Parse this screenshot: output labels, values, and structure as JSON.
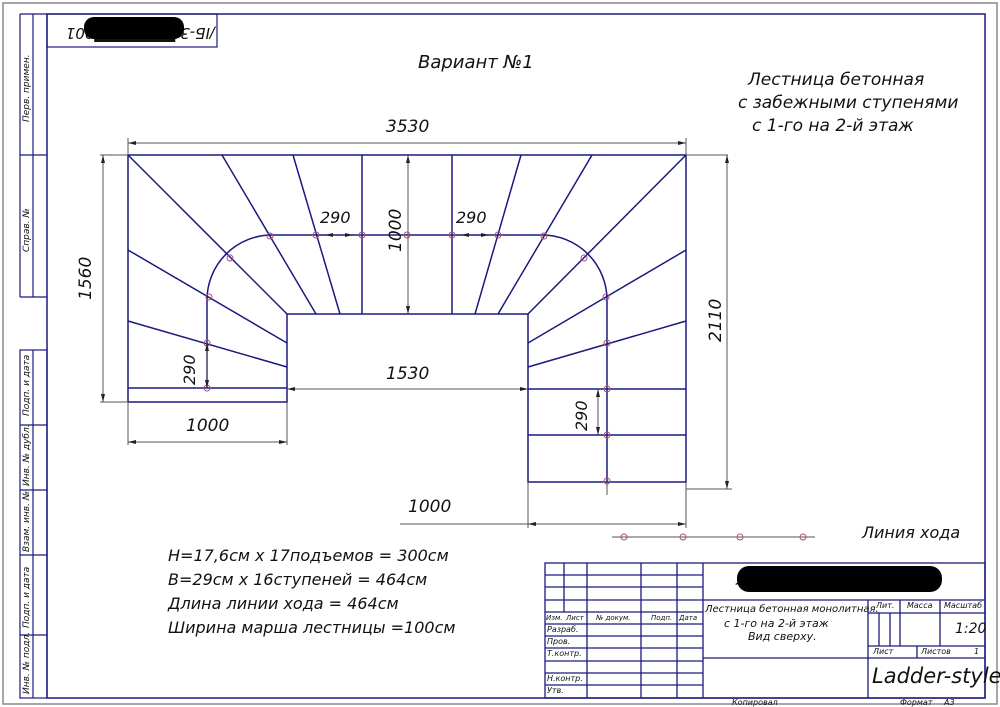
{
  "drawing": {
    "stamp_top": "/ΙБ-3/███████001",
    "variant_title": "Вариант №1",
    "main_title": [
      "Лестница бетонная",
      "с забежными ступенями",
      "с 1-го на 2-й этаж"
    ],
    "walk_line_legend": "Линия хода",
    "dimensions": {
      "overall_width": "3530",
      "left_height": "1560",
      "right_height": "2110",
      "center_depth": "1000",
      "opening_width": "1530",
      "left_flight_width": "1000",
      "right_flight_width": "1000",
      "step_top_left": "290",
      "step_top_right": "290",
      "step_left": "290",
      "step_right": "290"
    },
    "notes": [
      "H=17,6см х 17подъемов = 300см",
      "B=29см х 16ступеней = 464см",
      "Длина линии хода = 464см",
      "Ширина марша лестницы =100см"
    ]
  },
  "side_stamp": {
    "cells": [
      "Перв. примен.",
      "Справ. №",
      "Подп. и дата",
      "Инв. № дубл.",
      "Взам. инв. №",
      "Подп. и дата",
      "Инв. № подл."
    ]
  },
  "title_block": {
    "doc_code": "ЛБ-3/████████01",
    "headers": [
      "Изм.",
      "Лист",
      "№ докум.",
      "Подп.",
      "Дата"
    ],
    "roles": [
      "Разраб.",
      "Пров.",
      "Т.контр.",
      "",
      "Н.контр.",
      "Утв."
    ],
    "description": [
      "Лестница бетонная монолитная.",
      "с 1-го на 2-й этаж",
      "Вид сверху."
    ],
    "lit_label": "Лит.",
    "mass_label": "Масса",
    "scale_label": "Масштаб",
    "scale_value": "1:20",
    "sheet_label": "Лист",
    "sheets_label": "Листов",
    "sheets_value": "1",
    "company": "Ladder-style",
    "copied_label": "Копировал",
    "format_label": "Формат",
    "format_value": "А3"
  },
  "colors": {
    "frame": "#1a1a80",
    "dim": "#555555",
    "walkline_marker": "#b05070",
    "outer": "#777777"
  }
}
